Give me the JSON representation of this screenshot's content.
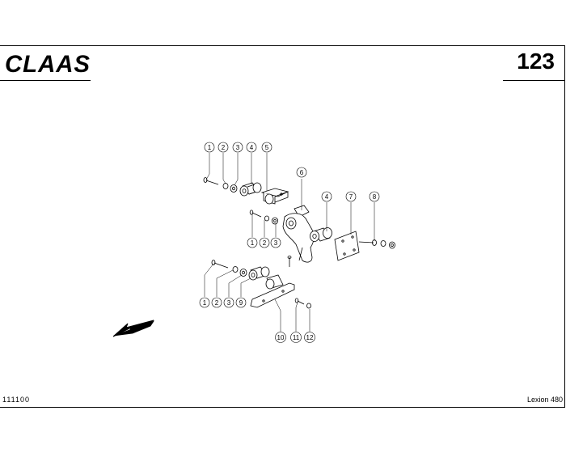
{
  "header": {
    "brand": "CLAAS",
    "page_number": "123"
  },
  "footer": {
    "doc_code": "111100",
    "model": "Lexion 480"
  },
  "callouts": {
    "upper_row": [
      "1",
      "2",
      "3",
      "4",
      "5"
    ],
    "part6": "6",
    "right_row": [
      "4",
      "7",
      "8"
    ],
    "middle_row": [
      "1",
      "2",
      "3"
    ],
    "lower_row": [
      "1",
      "2",
      "3",
      "9"
    ],
    "bottom_row": [
      "10",
      "11",
      "12"
    ]
  },
  "icons": {
    "direction_arrow": "direction-arrow-icon"
  }
}
